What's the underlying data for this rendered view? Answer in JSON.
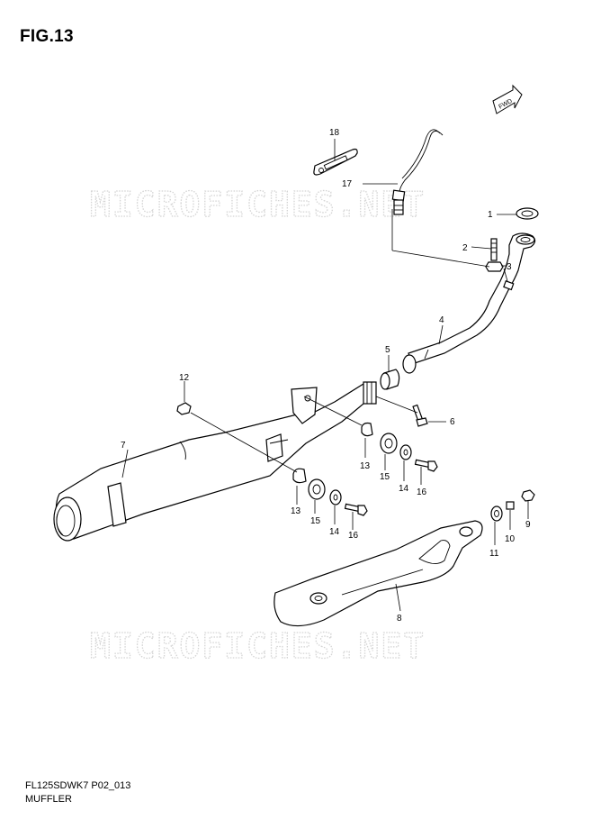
{
  "figure": {
    "title": "FIG.13"
  },
  "footer": {
    "code": "FL125SDWK7 P02_013",
    "name": "MUFFLER"
  },
  "watermark": {
    "text": "MICROFICHES.NET"
  },
  "fwd_badge": {
    "text": "FWD"
  },
  "callouts": {
    "c1": "1",
    "c2": "2",
    "c3": "3",
    "c4": "4",
    "c5": "5",
    "c6": "6",
    "c7": "7",
    "c8": "8",
    "c9": "9",
    "c10": "10",
    "c11": "11",
    "c12": "12",
    "c13a": "13",
    "c13b": "13",
    "c14a": "14",
    "c14b": "14",
    "c15a": "15",
    "c15b": "15",
    "c16a": "16",
    "c16b": "16",
    "c17": "17",
    "c18": "18"
  }
}
